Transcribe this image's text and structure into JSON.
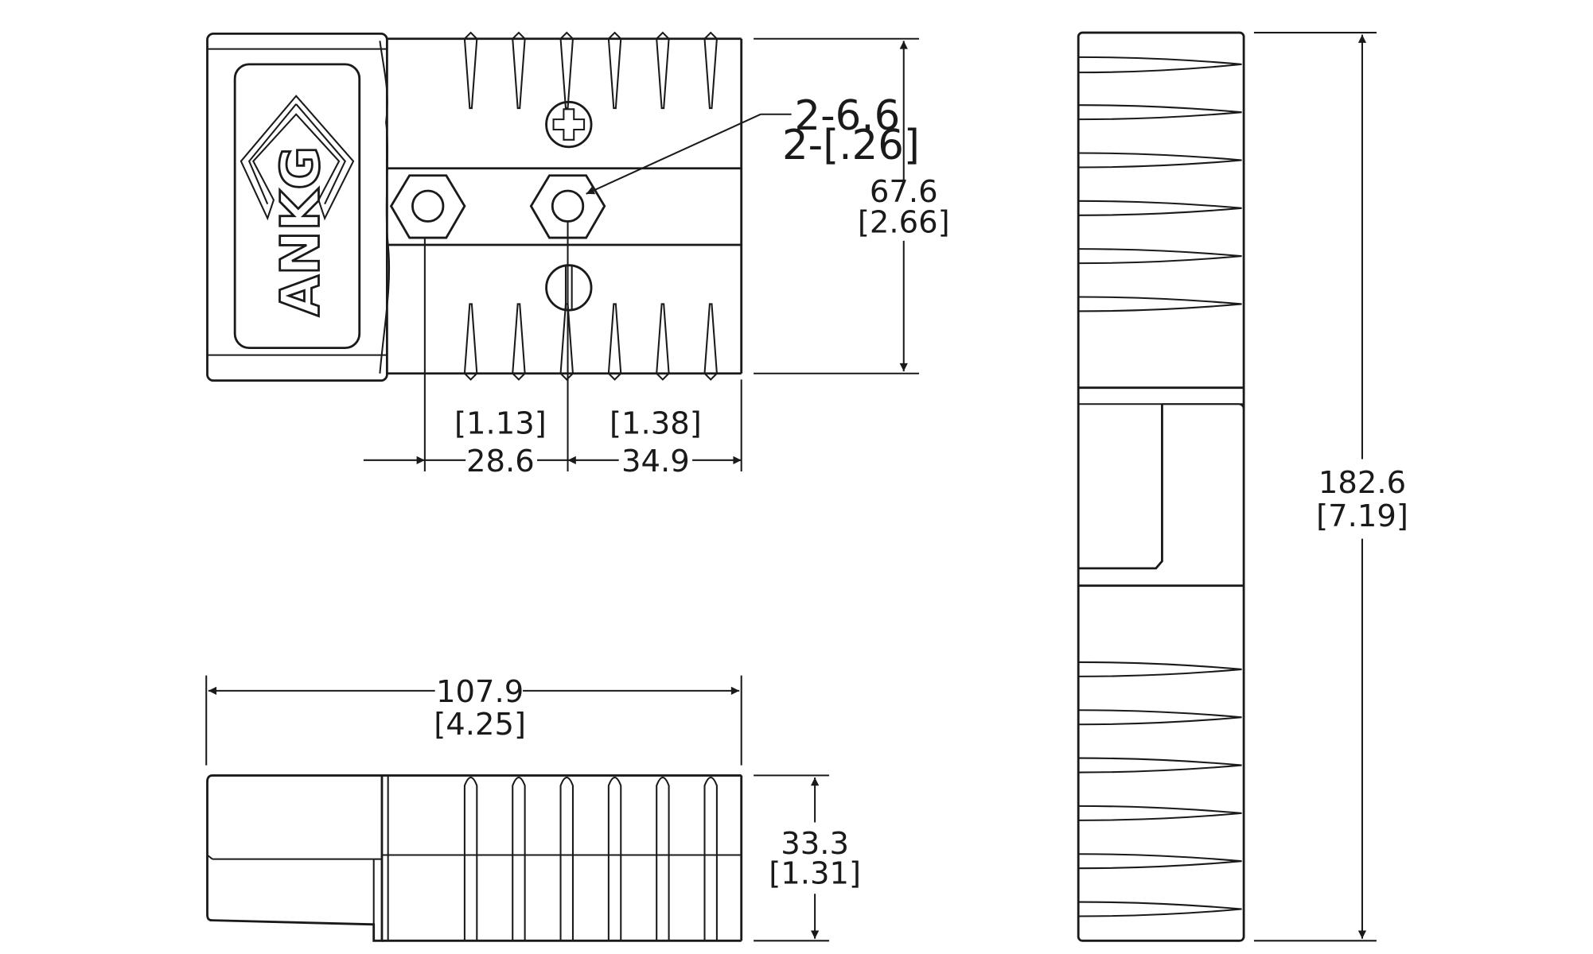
{
  "logo": {
    "text": "ANKG"
  },
  "dimensions": {
    "hole_count_metric": "2-6.6",
    "hole_count_inch": "2-[.26]",
    "height_metric": "67.6",
    "height_inch": "[2.66]",
    "pitch_metric": "28.6",
    "pitch_inch": "[1.13]",
    "offset_metric": "34.9",
    "offset_inch": "[1.38]",
    "length_metric": "107.9",
    "length_inch": "[4.25]",
    "thickness_metric": "33.3",
    "thickness_inch": "[1.31]",
    "overall_metric": "182.6",
    "overall_inch": "[7.19]"
  }
}
